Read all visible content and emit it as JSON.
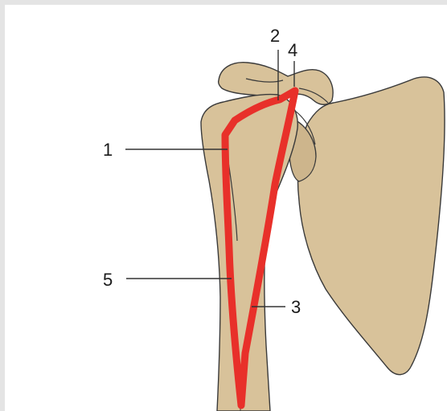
{
  "diagram": {
    "colors": {
      "background": "#e4e4e4",
      "panel": "#ffffff",
      "bone_fill": "#d8c29a",
      "bone_outline": "#3a3a3a",
      "highlight": "#e8302a",
      "leader_line": "#333333"
    },
    "callouts": [
      {
        "id": "1",
        "label": "1"
      },
      {
        "id": "2",
        "label": "2"
      },
      {
        "id": "3",
        "label": "3"
      },
      {
        "id": "4",
        "label": "4"
      },
      {
        "id": "5",
        "label": "5"
      }
    ]
  }
}
